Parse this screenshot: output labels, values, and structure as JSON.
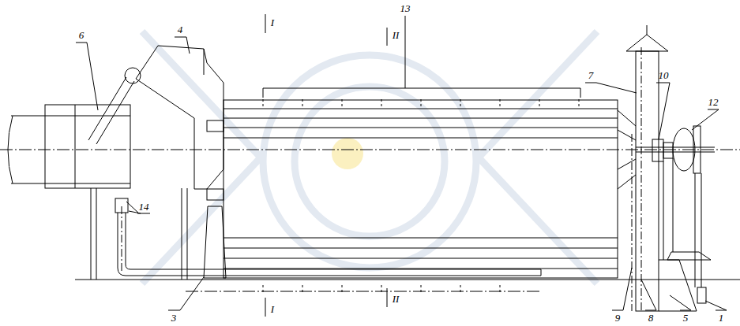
{
  "diagram": {
    "labels": [
      "I",
      "II",
      "13",
      "6",
      "4",
      "7",
      "10",
      "12",
      "14",
      "I",
      "II",
      "3",
      "9",
      "8",
      "5",
      "1"
    ]
  }
}
